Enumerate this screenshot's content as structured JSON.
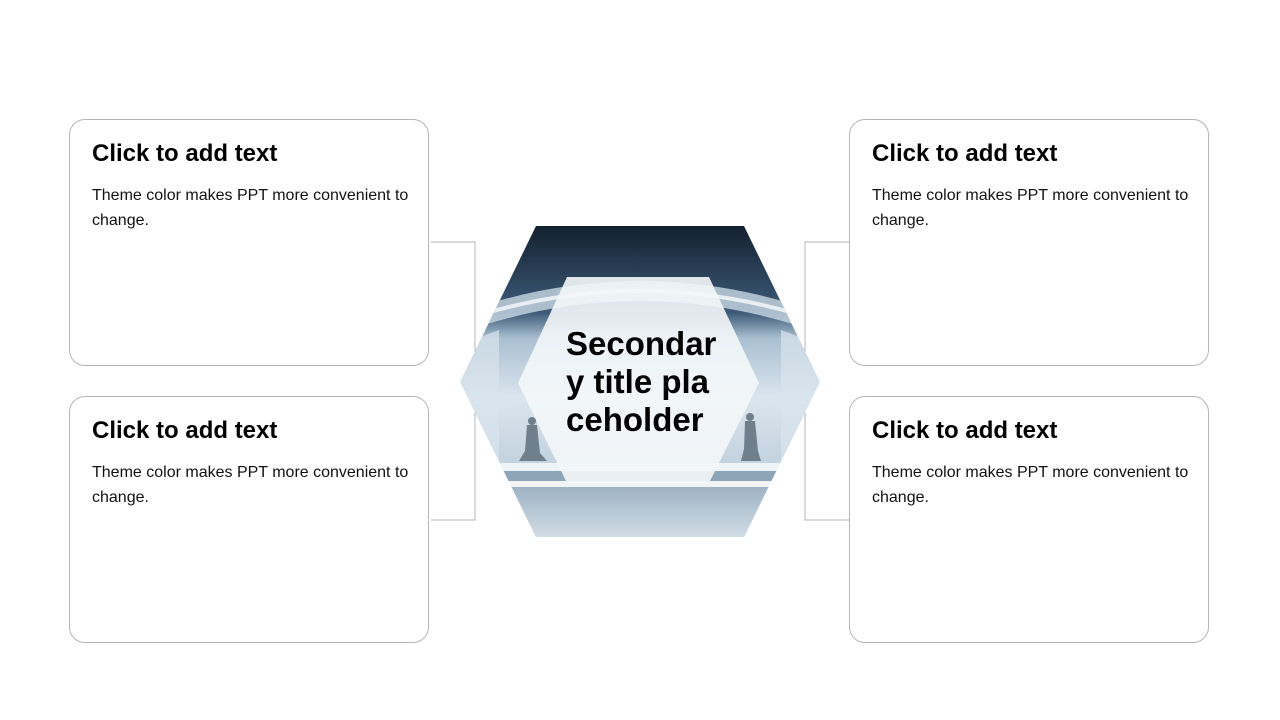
{
  "center": {
    "title": "Secondar y title pla ceholder"
  },
  "cards": [
    {
      "title": "Click to add text",
      "body": "Theme color makes PPT more convenient to change."
    },
    {
      "title": "Click to add text",
      "body": "Theme color makes PPT more convenient to change."
    },
    {
      "title": "Click to add text",
      "body": "Theme color makes PPT more convenient to change."
    },
    {
      "title": "Click to add text",
      "body": "Theme color makes PPT more convenient to change."
    }
  ],
  "colors": {
    "card_border": "#b5b5b5",
    "hex_top": "#16253a",
    "hex_bottom": "#c7d6e1",
    "inner_hex": "#f2f5f8"
  },
  "icons": {
    "center_image": "fashion-showroom-image"
  }
}
